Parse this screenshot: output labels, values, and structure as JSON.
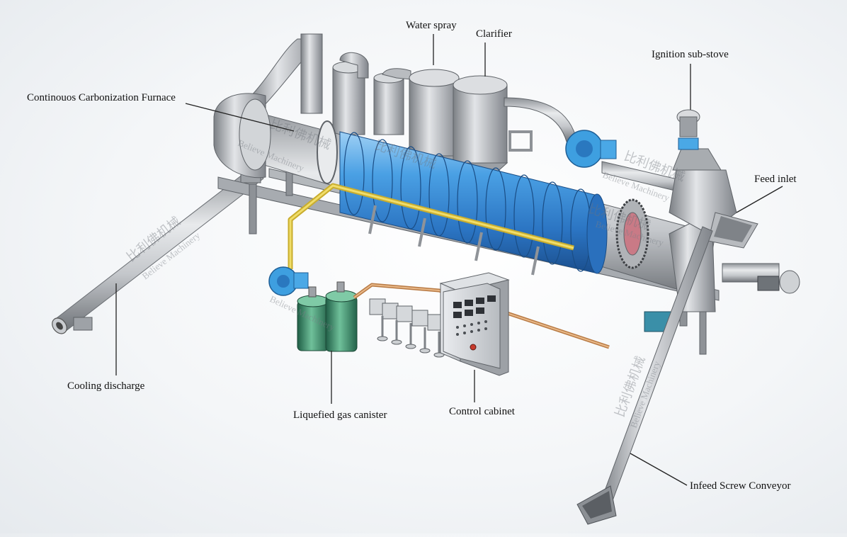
{
  "labels": {
    "water_spray": "Water spray",
    "clarifier": "Clarifier",
    "ignition_sub_stove": "Ignition sub-stove",
    "furnace": "Continouos Carbonization Furnace",
    "feed_inlet": "Feed inlet",
    "cooling_discharge": "Cooling discharge",
    "liquefied_gas": "Liquefied gas canister",
    "control_cabinet": "Control cabinet",
    "screw_conveyor": "Infeed Screw Conveyor"
  },
  "watermark": {
    "en": "Believe Machinery",
    "cn": "比利佛机械"
  },
  "colors": {
    "steel": "#b9bcc0",
    "steel_dark": "#7f8388",
    "cooling_blue": "#3d8fd6",
    "gas_pipe": "#e0c84a",
    "tank_green": "#3f8a6a",
    "copper_pipe": "#d29a62"
  }
}
